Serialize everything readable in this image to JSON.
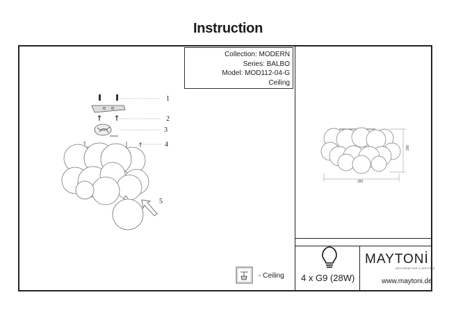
{
  "title": "Instruction",
  "info": {
    "collection": "Collection: MODERN",
    "series": "Series: BALBO",
    "model": "Model: MOD112-04-G",
    "mount": "Ceiling"
  },
  "parts": [
    "1",
    "2",
    "3",
    "4",
    "5"
  ],
  "dimensions": {
    "width": "280",
    "height": "290"
  },
  "mount_label": "- Ceiling",
  "lamp": {
    "spec": "4 x G9   (28W)",
    "icon": "bulb-icon"
  },
  "brand": {
    "name": "MAYTONİ",
    "tagline": "DECORATIVE LIGHTING"
  },
  "website": "www.maytoni.de"
}
